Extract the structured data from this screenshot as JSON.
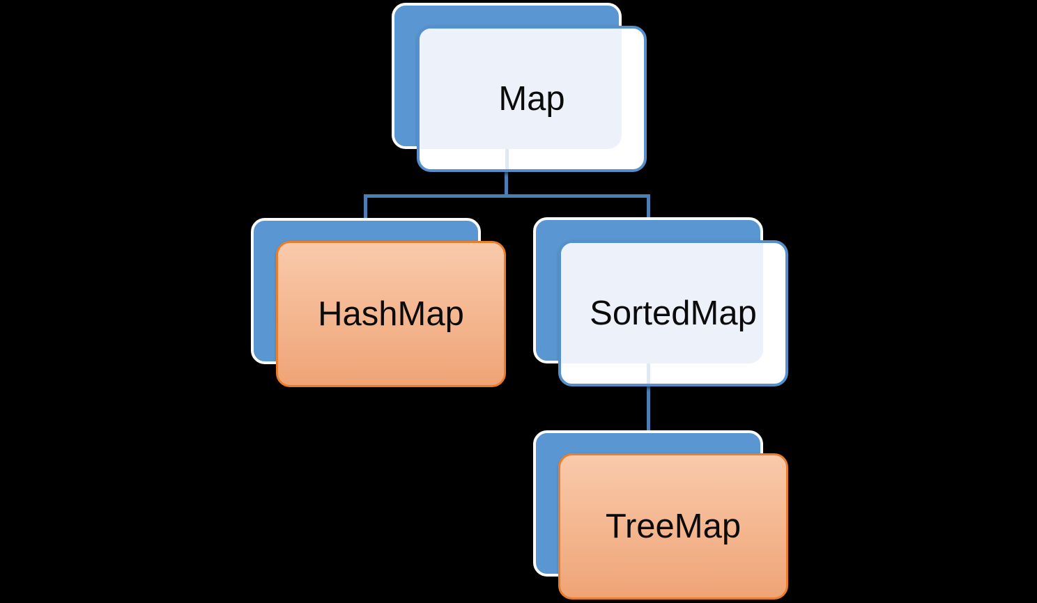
{
  "diagram": {
    "type": "hierarchy",
    "background_color": "#000000",
    "colors": {
      "background": "#000000",
      "back-box-fill": "#5996d2",
      "back-box-border": "#ffffff",
      "light-node-fill": "#ffffff",
      "light-node-tint": "#edf2fa",
      "light-node-border": "#5590cc",
      "orange-node-top": "#f9caab",
      "orange-node-bottom": "#efa476",
      "orange-node-border": "#ea7d2c",
      "connector": "#4a7eb5",
      "connector-faint": "#dfe9f6",
      "label-text": "#0b0b0b"
    },
    "nodes": [
      {
        "id": "map",
        "label": "Map",
        "variant": "light",
        "level": 0,
        "parent": null
      },
      {
        "id": "hashmap",
        "label": "HashMap",
        "variant": "orange",
        "level": 1,
        "parent": "map"
      },
      {
        "id": "sortedmap",
        "label": "SortedMap",
        "variant": "light",
        "level": 1,
        "parent": "map"
      },
      {
        "id": "treemap",
        "label": "TreeMap",
        "variant": "orange",
        "level": 2,
        "parent": "sortedmap"
      }
    ],
    "edges": [
      {
        "from": "map",
        "to": "hashmap"
      },
      {
        "from": "map",
        "to": "sortedmap"
      },
      {
        "from": "sortedmap",
        "to": "treemap"
      }
    ]
  }
}
